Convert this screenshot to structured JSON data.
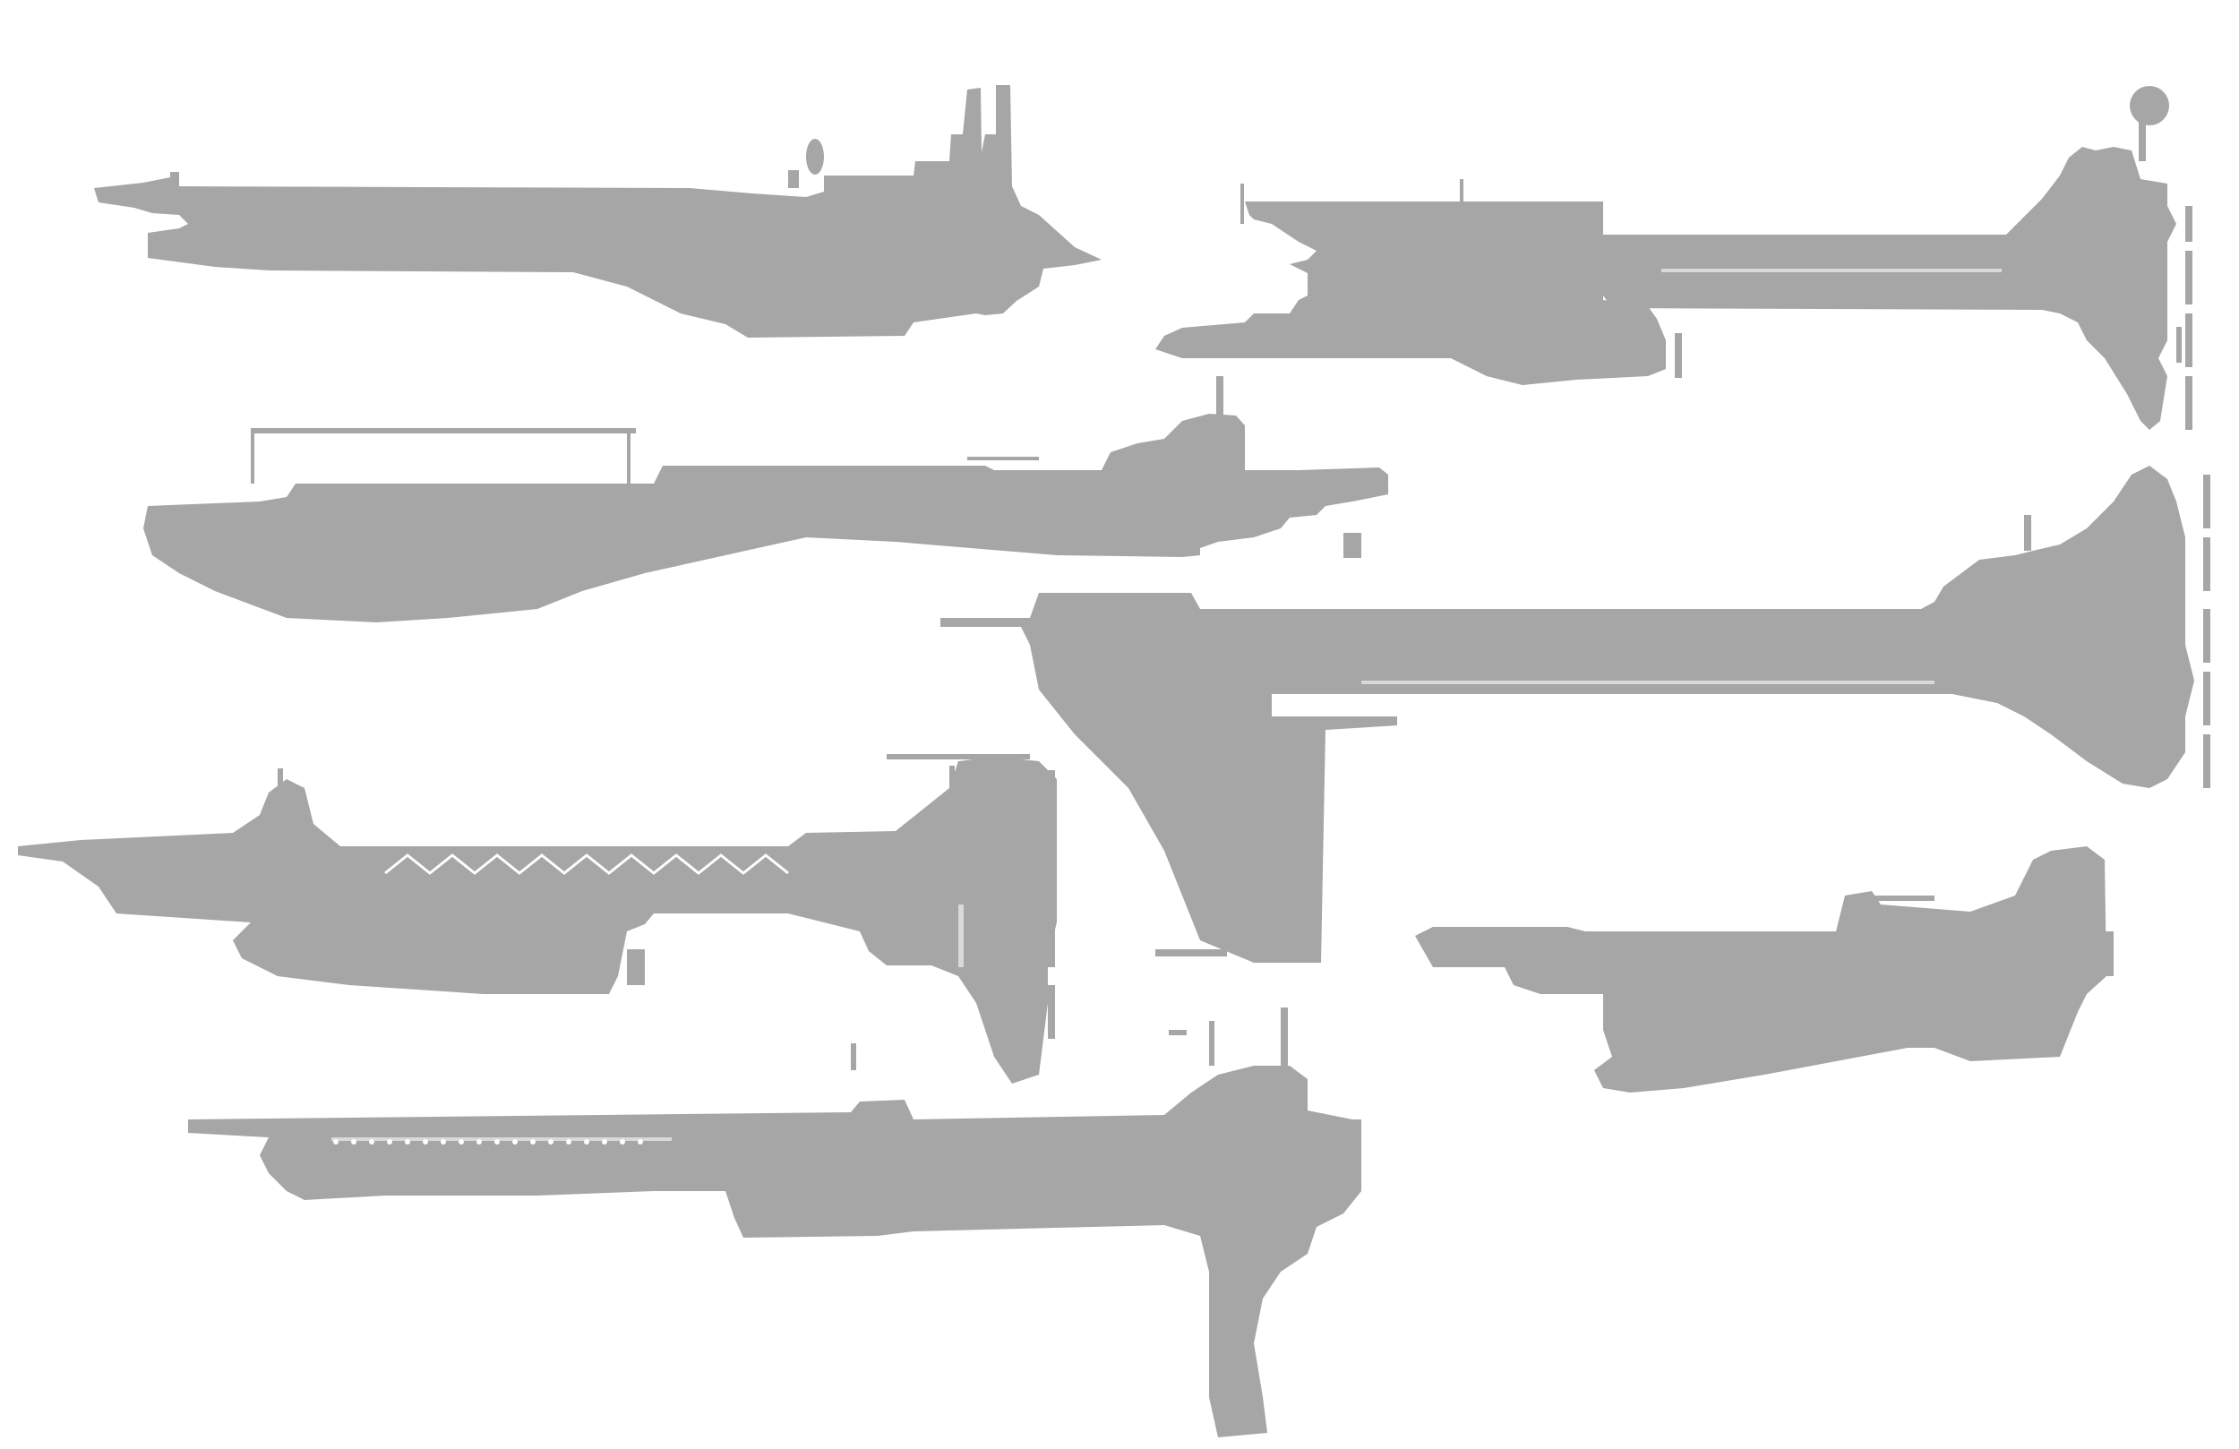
{
  "sheet": {
    "background_color": "#ffffff",
    "silhouette_color": "#a6a6a6",
    "highlight_color": "#d9d9d9"
  },
  "silhouettes": [
    {
      "name": "ship-silhouette-1",
      "description_icon": "spaceship-silhouette"
    },
    {
      "name": "ship-silhouette-2",
      "description_icon": "spaceship-silhouette"
    },
    {
      "name": "ship-silhouette-3",
      "description_icon": "spaceship-silhouette"
    },
    {
      "name": "ship-silhouette-4",
      "description_icon": "spaceship-silhouette"
    },
    {
      "name": "ship-silhouette-5",
      "description_icon": "spaceship-silhouette"
    },
    {
      "name": "ship-silhouette-6",
      "description_icon": "spaceship-silhouette"
    },
    {
      "name": "ship-silhouette-7",
      "description_icon": "spaceship-silhouette"
    },
    {
      "name": "ship-silhouette-8",
      "description_icon": "spaceship-silhouette"
    }
  ]
}
